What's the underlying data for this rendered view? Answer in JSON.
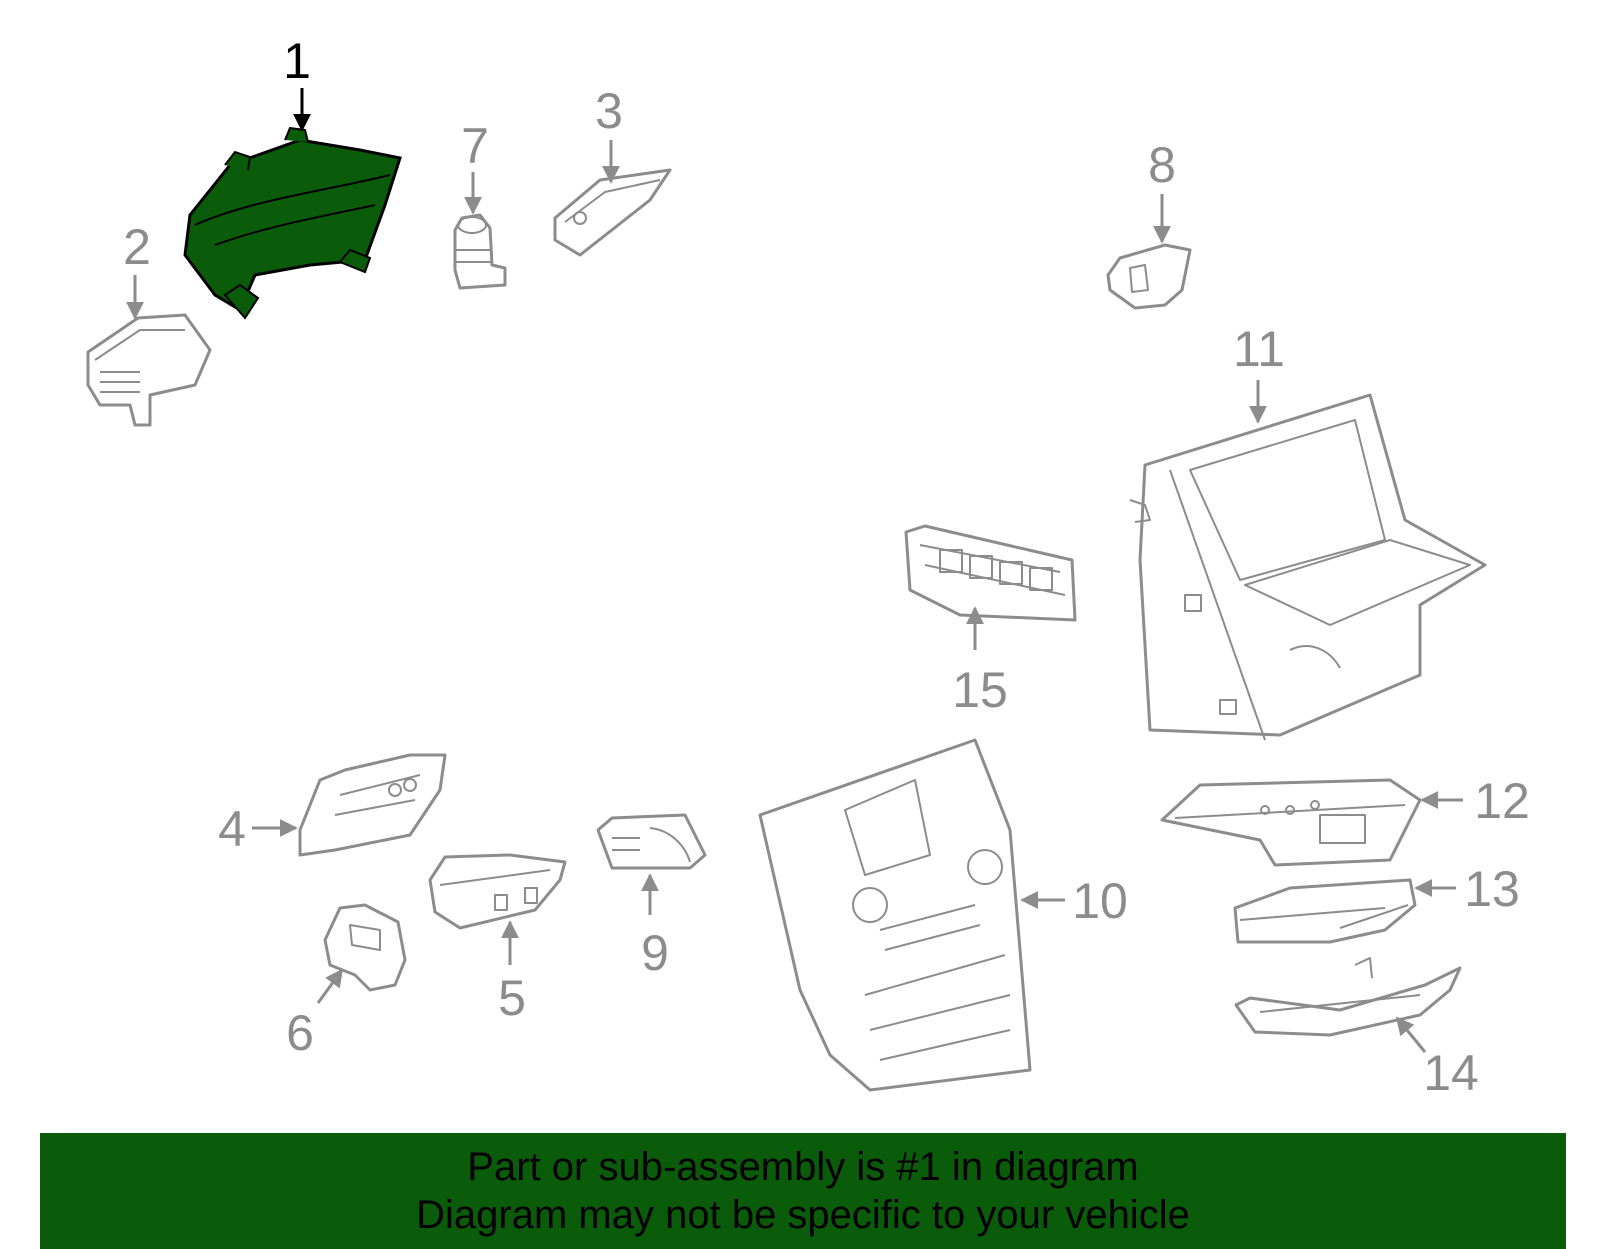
{
  "diagram": {
    "highlight_color": "#0a5c0a",
    "line_color": "#8c8c8c",
    "callouts": [
      {
        "id": "1",
        "label": "1",
        "active": true
      },
      {
        "id": "2",
        "label": "2",
        "active": false
      },
      {
        "id": "3",
        "label": "3",
        "active": false
      },
      {
        "id": "4",
        "label": "4",
        "active": false
      },
      {
        "id": "5",
        "label": "5",
        "active": false
      },
      {
        "id": "6",
        "label": "6",
        "active": false
      },
      {
        "id": "7",
        "label": "7",
        "active": false
      },
      {
        "id": "8",
        "label": "8",
        "active": false
      },
      {
        "id": "9",
        "label": "9",
        "active": false
      },
      {
        "id": "10",
        "label": "10",
        "active": false
      },
      {
        "id": "11",
        "label": "11",
        "active": false
      },
      {
        "id": "12",
        "label": "12",
        "active": false
      },
      {
        "id": "13",
        "label": "13",
        "active": false
      },
      {
        "id": "14",
        "label": "14",
        "active": false
      },
      {
        "id": "15",
        "label": "15",
        "active": false
      }
    ]
  },
  "banner": {
    "line1": "Part or sub-assembly is #1 in diagram",
    "line2": "Diagram may not be specific to your vehicle",
    "background": "#0a5c0a"
  }
}
